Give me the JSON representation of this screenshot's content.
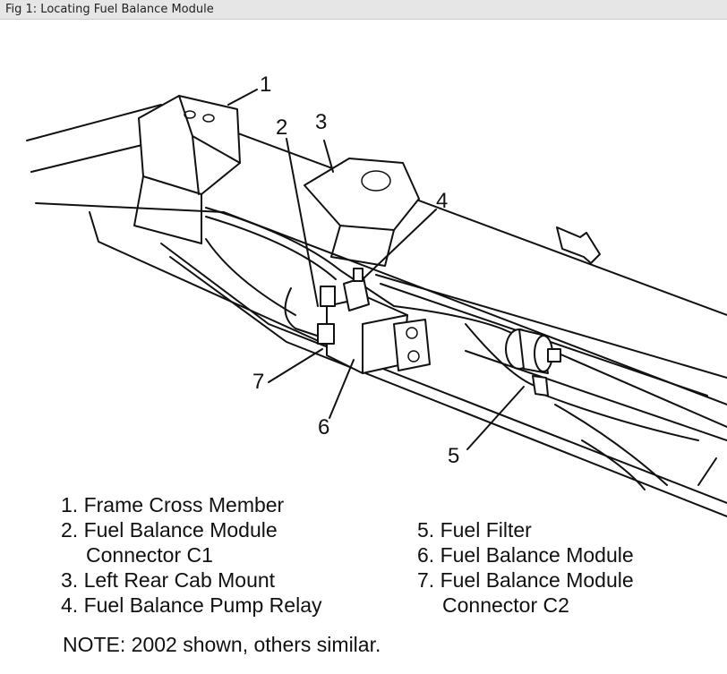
{
  "title": "Fig 1: Locating Fuel Balance Module",
  "callouts": [
    "1",
    "2",
    "3",
    "4",
    "5",
    "6",
    "7"
  ],
  "legend_left": [
    "1. Frame Cross Member",
    "2. Fuel Balance Module",
    "Connector C1",
    "3. Left Rear Cab Mount",
    "4. Fuel Balance Pump Relay"
  ],
  "legend_right": [
    "5. Fuel Filter",
    "6. Fuel Balance Module",
    "7. Fuel Balance Module",
    "Connector C2"
  ],
  "note": "NOTE: 2002 shown, others similar."
}
